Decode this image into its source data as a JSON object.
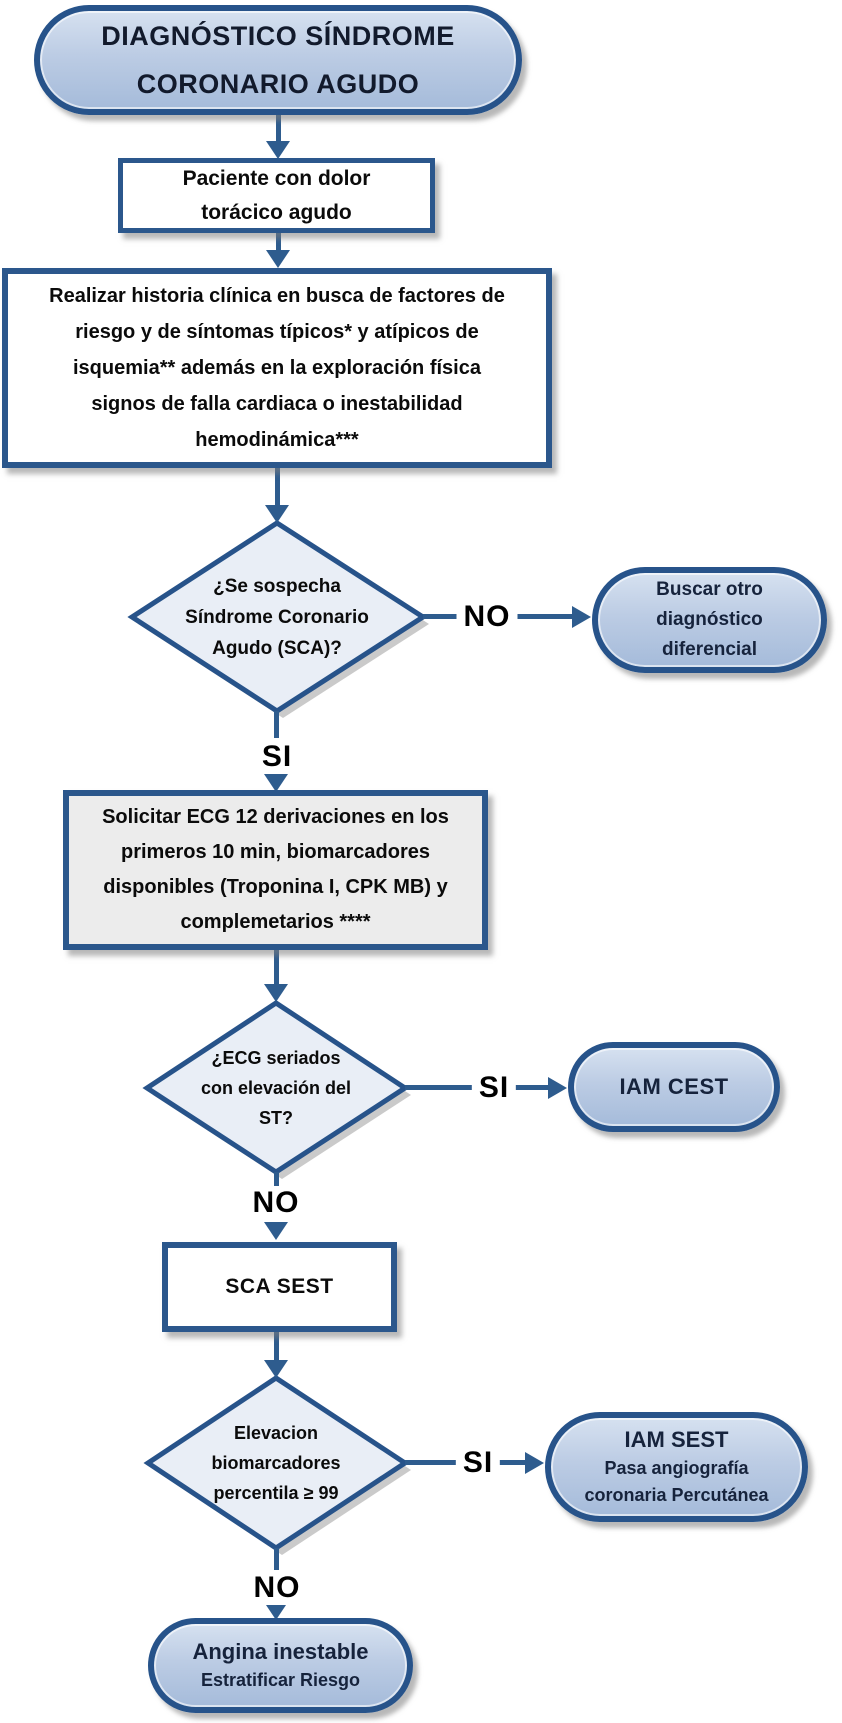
{
  "title": {
    "text": "DIAGNÓSTICO SÍNDROME\nCORONARIO AGUDO"
  },
  "labels": {
    "si": "SI",
    "no": "NO"
  },
  "colors": {
    "border_blue": "#27538a",
    "arrow_blue": "#2e5c8e",
    "stadium_fill_top": "#d6e1f0",
    "stadium_fill_bottom": "#a5bbda",
    "diamond_fill": "#e9eef6",
    "gray_box_fill": "#ececec",
    "text_dark": "#0b0b0b"
  },
  "nodes": {
    "patient": {
      "text": "Paciente con dolor\ntorácico agudo"
    },
    "history": {
      "text": "Realizar historia clínica en busca de factores de\nriesgo y de síntomas típicos* y atípicos de\nisquemia** además en la exploración física\nsignos de falla cardiaca o inestabilidad\nhemodinámica***"
    },
    "suspect": {
      "text": "¿Se sospecha\nSíndrome Coronario\nAgudo (SCA)?"
    },
    "differential": {
      "text": "Buscar otro\ndiagnóstico\ndiferencial"
    },
    "ecg": {
      "text": "Solicitar ECG 12 derivaciones en los\nprimeros 10 min, biomarcadores\ndisponibles (Troponina I, CPK MB) y\ncomplemetarios ****"
    },
    "st": {
      "text": "¿ECG seriados\ncon elevación del\nST?"
    },
    "iam_cest": {
      "text": "IAM CEST"
    },
    "sca_sest": {
      "text": "SCA SEST"
    },
    "biomarker": {
      "text": "Elevacion\nbiomarcadores\npercentila ≥ 99"
    },
    "iam_sest": {
      "title": "IAM SEST",
      "subtitle": "Pasa angiografía\ncoronaria Percutánea"
    },
    "angina": {
      "title": "Angina inestable",
      "subtitle": "Estratificar Riesgo"
    }
  }
}
